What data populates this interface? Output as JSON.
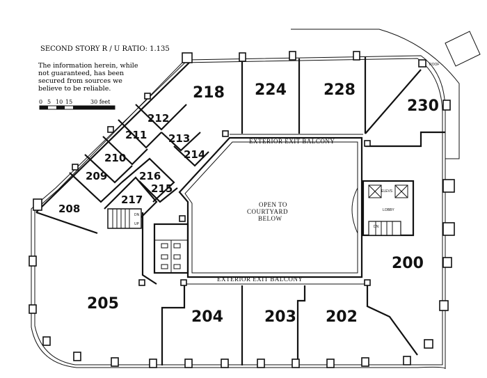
{
  "title": "SECOND STORY R / U RATIO: 1.135",
  "disclaimer": [
    "The information herein, while",
    "not guaranteed, has been",
    "secured from sources we",
    "believe to be reliable."
  ],
  "scale": {
    "ticks": [
      "0",
      "5",
      "10",
      "15"
    ],
    "end_label": "30 feet"
  },
  "labels": {
    "roof": "ROOF",
    "balcony_top": "EXTERIOR EXIT BALCONY",
    "balcony_bottom": "EXTERIOR EXIT BALCONY",
    "courtyard": [
      "OPEN TO",
      "COURTYARD",
      "BELOW"
    ],
    "elevs": "ELEVS",
    "lobby": "LOBBY",
    "stair_up": "UP",
    "stair_dn": "DN"
  },
  "rooms": {
    "r200": "200",
    "r202": "202",
    "r203": "203",
    "r204": "204",
    "r205": "205",
    "r208": "208",
    "r209": "209",
    "r210": "210",
    "r211": "211",
    "r212": "212",
    "r213": "213",
    "r214": "214",
    "r215": "215",
    "r216": "216",
    "r217": "217",
    "r218": "218",
    "r224": "224",
    "r228": "228",
    "r230": "230"
  }
}
